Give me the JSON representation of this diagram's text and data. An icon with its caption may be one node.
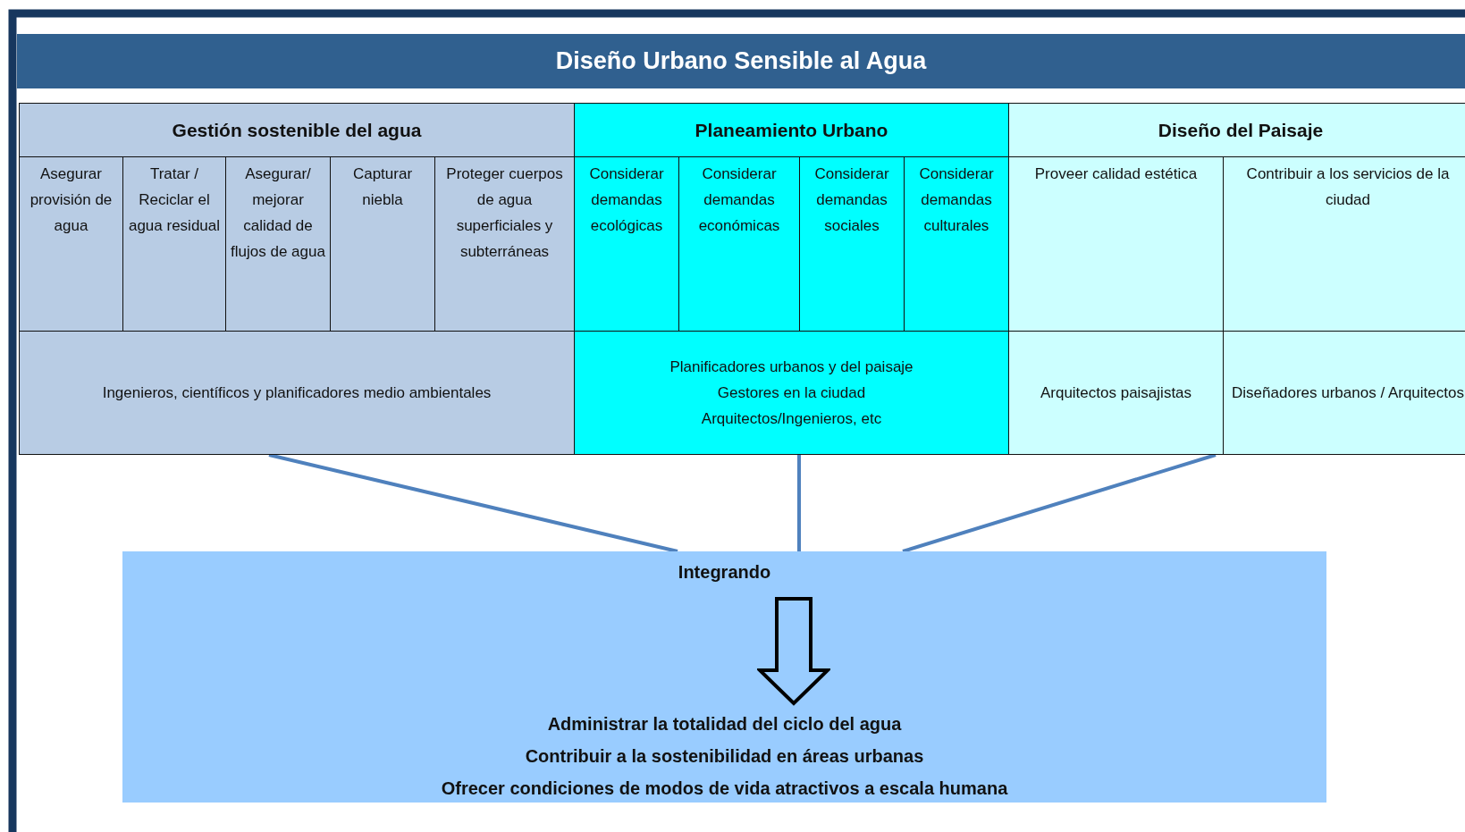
{
  "diagram": {
    "title": "Diseño Urbano Sensible al Agua",
    "nodes": [
      {
        "text": [
          "Gestión sostenible del agua"
        ]
      },
      {
        "text": [
          "Planeamiento Urbano"
        ]
      },
      {
        "text": [
          "Diseño del Paisaje"
        ]
      },
      {
        "text": [
          "Asegurar provisión de agua"
        ]
      },
      {
        "text": [
          "Tratar / Reciclar el agua residual"
        ]
      },
      {
        "text": [
          "Asegurar/ mejorar calidad de flujos de agua"
        ]
      },
      {
        "text": [
          "Capturar niebla"
        ]
      },
      {
        "text": [
          "Proteger cuerpos de agua superficiales y subterráneas"
        ]
      },
      {
        "text": [
          "Considerar demandas ecológicas"
        ]
      },
      {
        "text": [
          "Considerar demandas económicas"
        ]
      },
      {
        "text": [
          "Considerar demandas sociales"
        ]
      },
      {
        "text": [
          "Considerar demandas culturales"
        ]
      },
      {
        "text": [
          "Proveer calidad estética"
        ]
      },
      {
        "text": [
          "Contribuir a los servicios de la ciudad"
        ]
      },
      {
        "text": [
          "Ingenieros, científicos y planificadores medio ambientales"
        ]
      },
      {
        "text": [
          "Planificadores urbanos y del paisaje",
          "Gestores en la ciudad",
          "Arquitectos/Ingenieros, etc"
        ]
      },
      {
        "text": [
          "Arquitectos paisajistas"
        ]
      },
      {
        "text": [
          "Diseñadores urbanos / Arquitectos"
        ]
      },
      {
        "text": [
          "Integrando",
          "Administrar la totalidad del ciclo del agua",
          "Contribuir a la sostenibilidad en áreas urbanas",
          "Ofrecer condiciones de modos de vida atractivos a escala humana"
        ]
      }
    ],
    "edges": [
      {
        "from": 14,
        "to": 18,
        "arrow": "none"
      },
      {
        "from": 15,
        "to": 18,
        "arrow": "none"
      },
      {
        "from": 16,
        "to": 18,
        "arrow": "none"
      }
    ]
  }
}
